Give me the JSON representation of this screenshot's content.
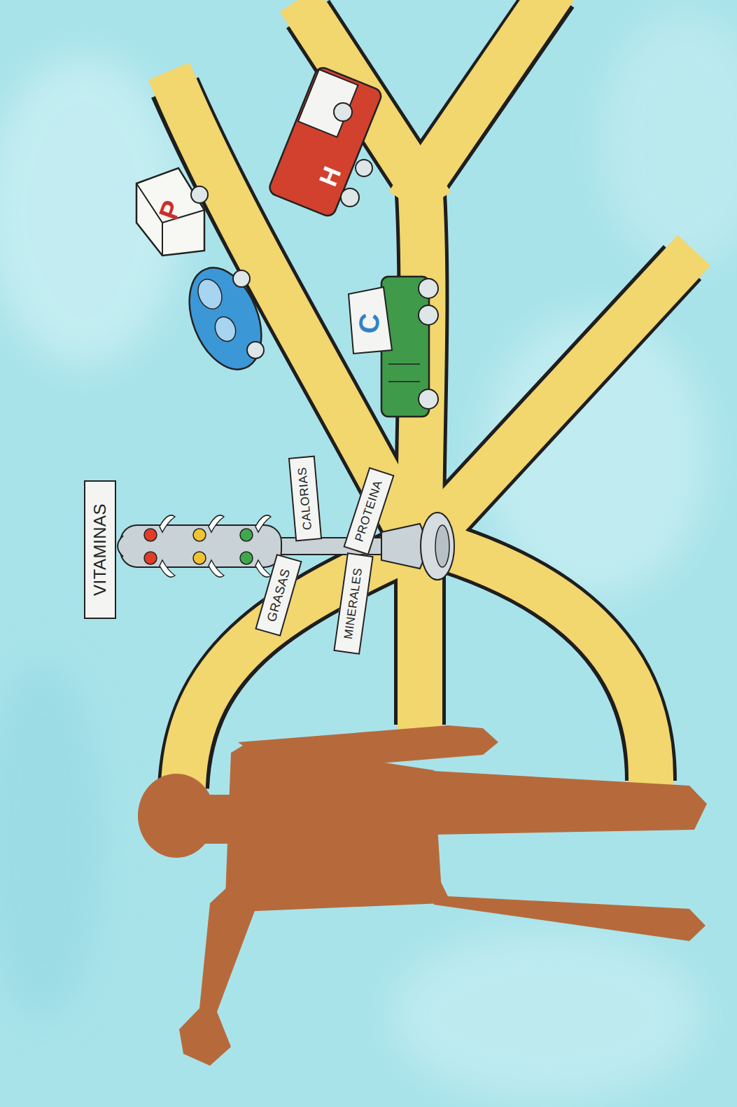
{
  "diagram": {
    "nodes": [
      {
        "text": [
          "VITAMINAS"
        ]
      },
      {
        "text": [
          "GRASAS"
        ]
      },
      {
        "text": [
          "CALORIAS"
        ]
      },
      {
        "text": [
          "MINERALES"
        ]
      },
      {
        "text": [
          "PROTEINA"
        ]
      }
    ],
    "labels": [
      "P",
      "H",
      "C"
    ]
  }
}
